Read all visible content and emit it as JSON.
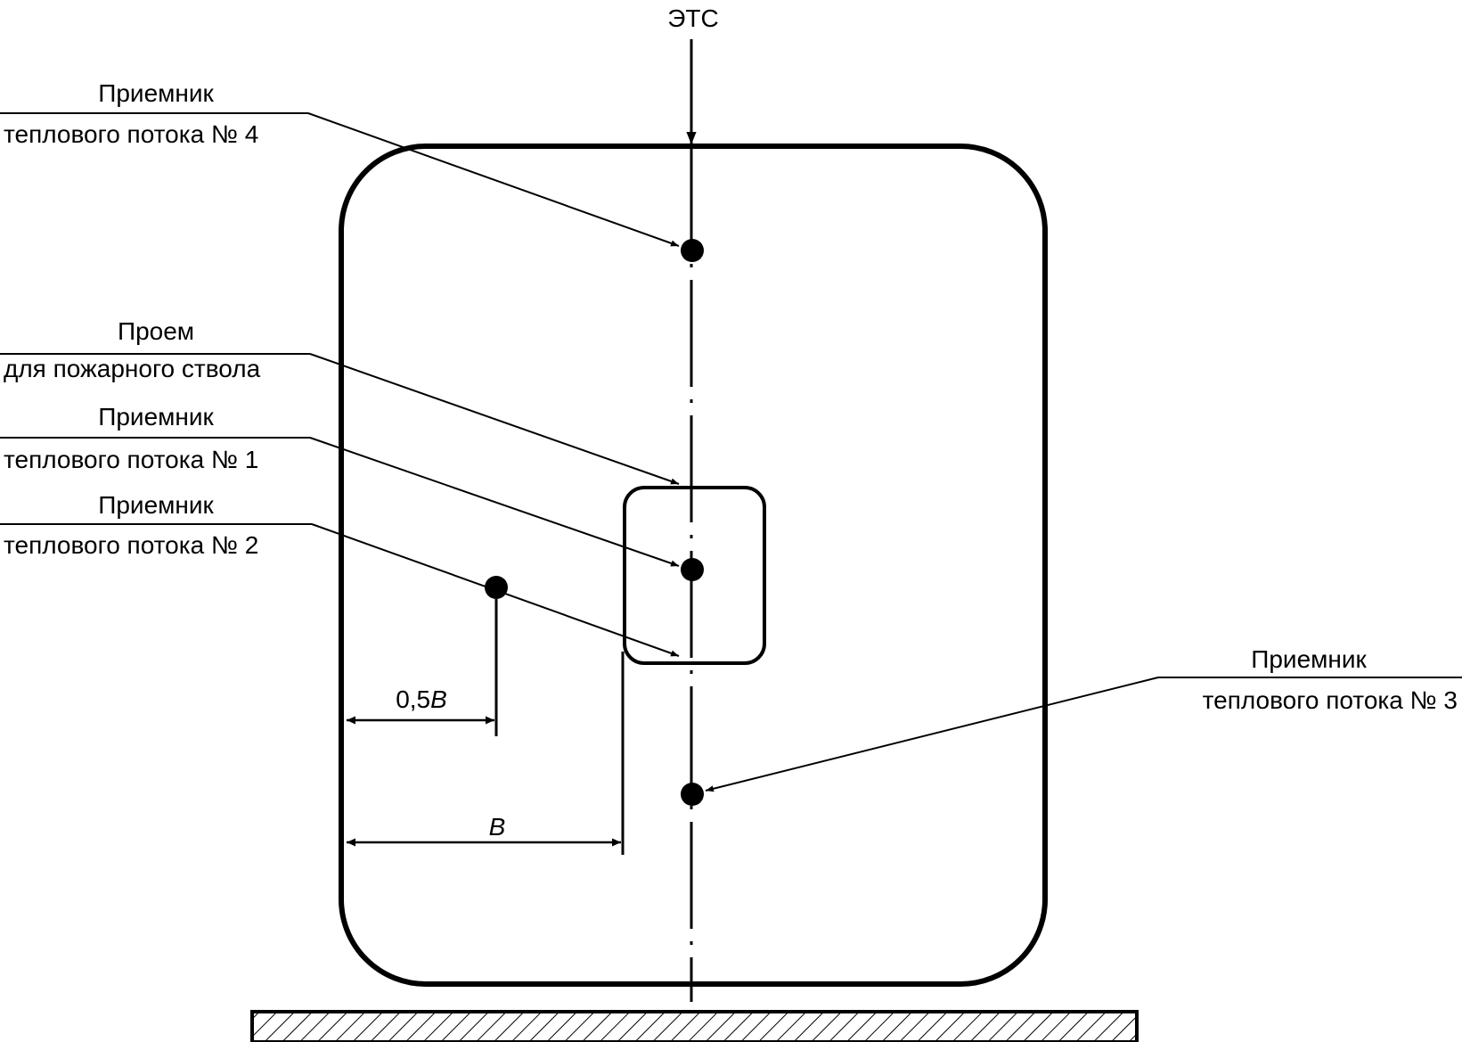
{
  "top_label": "ЭТС",
  "callouts": [
    {
      "id": "receiver4",
      "line1": "Приемник",
      "line2": "теплового потока № 4"
    },
    {
      "id": "opening",
      "line1": "Проем",
      "line2": "для пожарного ствола"
    },
    {
      "id": "receiver1",
      "line1": "Приемник",
      "line2": "теплового потока № 1"
    },
    {
      "id": "receiver2",
      "line1": "Приемник",
      "line2": "теплового потока № 2"
    },
    {
      "id": "receiver3",
      "line1": "Приемник",
      "line2": "теплового потока № 3"
    }
  ],
  "dimensions": {
    "half_width_prefix": "0,5",
    "half_width_var": "B",
    "full_width": "B"
  }
}
